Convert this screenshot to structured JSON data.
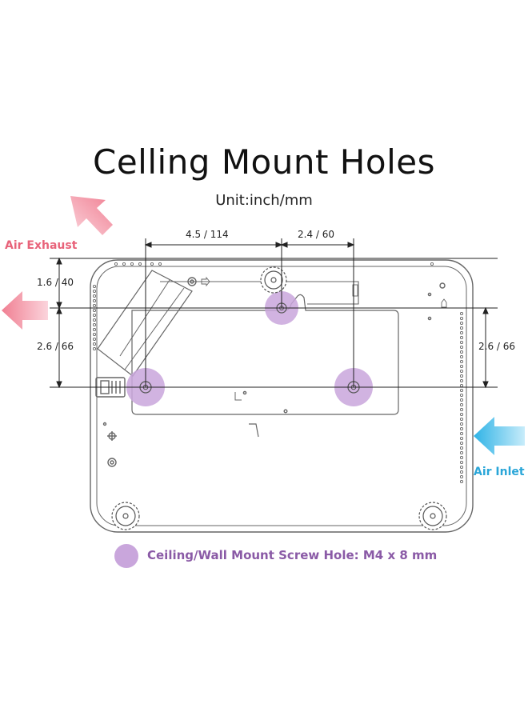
{
  "title": "Celling Mount Holes",
  "unit": "Unit:inch/mm",
  "dimensions": {
    "horizontal_left": "4.5 / 114",
    "horizontal_right": "2.4 / 60",
    "vertical_top_left": "1.6 / 40",
    "vertical_bottom_left": "2.6 / 66",
    "vertical_right": "2.6 / 66"
  },
  "airflow": {
    "exhaust_label": "Air Exhaust",
    "inlet_label": "Air Inlet",
    "exhaust_color": "#f08a9a",
    "inlet_color": "#4fc3ec"
  },
  "legend": {
    "text": "Ceiling/Wall Mount Screw Hole: M4 x 8 mm",
    "color": "#c9a6dc"
  }
}
